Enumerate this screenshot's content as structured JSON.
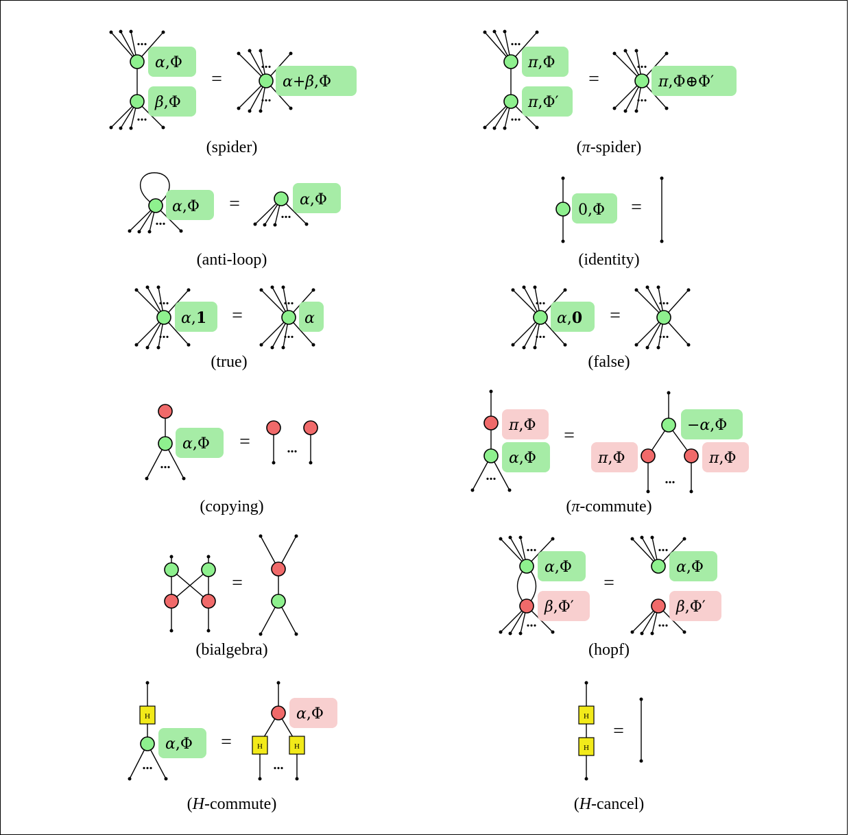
{
  "captions": {
    "spider": "(spider)",
    "pi_spider_pre": "(",
    "pi_spider_sym": "π",
    "pi_spider_post": "-spider)",
    "anti_loop": "(anti-loop)",
    "identity": "(identity)",
    "true": "(true)",
    "false": "(false)",
    "copying": "(copying)",
    "pi_commute_pre": "(",
    "pi_commute_sym": "π",
    "pi_commute_post": "-commute)",
    "bialgebra": "(bialgebra)",
    "hopf": "(hopf)",
    "h_commute_pre": "(",
    "h_commute_sym": "H",
    "h_commute_post": "-commute)",
    "h_cancel_pre": "(",
    "h_cancel_sym": "H",
    "h_cancel_post": "-cancel)"
  },
  "symbols": {
    "alpha": "α",
    "beta": "β",
    "pi": "π",
    "phi": "Φ",
    "phi_prime": "Φ′",
    "phi_plus_phi_prime": "Φ⊕Φ′",
    "alpha_plus_beta": "α+β",
    "neg_alpha": "−α",
    "zero": "0",
    "bold_one": "1",
    "bold_zero": "0",
    "comma": ",",
    "equals": "=",
    "ellipsis": "...",
    "hadamard": "H"
  },
  "colors": {
    "green_node": "#8ef08e",
    "green_label": "#a6eca6",
    "red_node": "#f06a6a",
    "red_label": "#f8cfcf",
    "hadamard_box": "#f2ea1a"
  }
}
